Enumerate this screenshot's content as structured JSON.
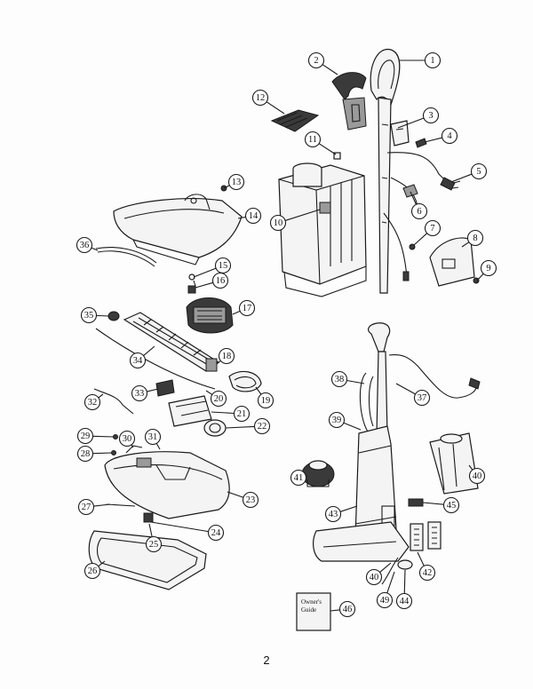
{
  "diagram": {
    "callouts": [
      {
        "id": "1",
        "label": "1"
      },
      {
        "id": "2",
        "label": "2"
      },
      {
        "id": "3",
        "label": "3"
      },
      {
        "id": "4",
        "label": "4"
      },
      {
        "id": "5",
        "label": "5"
      },
      {
        "id": "6",
        "label": "6"
      },
      {
        "id": "7",
        "label": "7"
      },
      {
        "id": "8",
        "label": "8"
      },
      {
        "id": "9",
        "label": "9"
      },
      {
        "id": "10",
        "label": "10"
      },
      {
        "id": "11",
        "label": "11"
      },
      {
        "id": "12",
        "label": "12"
      },
      {
        "id": "13",
        "label": "13"
      },
      {
        "id": "14",
        "label": "14"
      },
      {
        "id": "15",
        "label": "15"
      },
      {
        "id": "16",
        "label": "16"
      },
      {
        "id": "17",
        "label": "17"
      },
      {
        "id": "18",
        "label": "18"
      },
      {
        "id": "19",
        "label": "19"
      },
      {
        "id": "20",
        "label": "20"
      },
      {
        "id": "21",
        "label": "21"
      },
      {
        "id": "22",
        "label": "22"
      },
      {
        "id": "23",
        "label": "23"
      },
      {
        "id": "24",
        "label": "24"
      },
      {
        "id": "25",
        "label": "25"
      },
      {
        "id": "26",
        "label": "26"
      },
      {
        "id": "27",
        "label": "27"
      },
      {
        "id": "28",
        "label": "28"
      },
      {
        "id": "29",
        "label": "29"
      },
      {
        "id": "30",
        "label": "30"
      },
      {
        "id": "31",
        "label": "31"
      },
      {
        "id": "32",
        "label": "32"
      },
      {
        "id": "33",
        "label": "33"
      },
      {
        "id": "34",
        "label": "34"
      },
      {
        "id": "35",
        "label": "35"
      },
      {
        "id": "36",
        "label": "36"
      },
      {
        "id": "37",
        "label": "37"
      },
      {
        "id": "38",
        "label": "38"
      },
      {
        "id": "39",
        "label": "39"
      },
      {
        "id": "40a",
        "label": "40"
      },
      {
        "id": "40b",
        "label": "40"
      },
      {
        "id": "41",
        "label": "41"
      },
      {
        "id": "42",
        "label": "42"
      },
      {
        "id": "43",
        "label": "43"
      },
      {
        "id": "44",
        "label": "44"
      },
      {
        "id": "45",
        "label": "45"
      },
      {
        "id": "46",
        "label": "46"
      },
      {
        "id": "49",
        "label": "49"
      }
    ],
    "owners_guide": {
      "line1": "Owner's",
      "line2": "Guide"
    }
  },
  "footer": {
    "page_number": "2"
  }
}
